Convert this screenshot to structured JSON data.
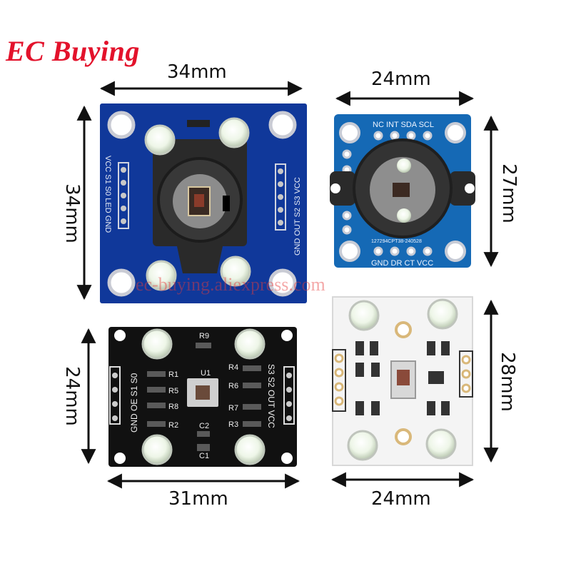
{
  "brand": {
    "text": "EC Buying",
    "color": "#e3122b"
  },
  "watermark": "ec-buying.aliexpress.com",
  "dimensions": {
    "a_width": "34mm",
    "a_height": "34mm",
    "b_width": "24mm",
    "b_height": "27mm",
    "c_width": "31mm",
    "c_height": "24mm",
    "d_width": "24mm",
    "d_height": "28mm"
  },
  "board_a": {
    "left_pins": "VCC S1 S0 LED GND",
    "right_pins": "GND OUT S2 S3 VCC",
    "color": "#10389a"
  },
  "board_b": {
    "top_pins": "NC INT SDA SCL",
    "bottom_pins": "GND DR CT VCC",
    "code": "127294CPT38-240528",
    "color": "#1569b5"
  },
  "board_c": {
    "left_pins": "GND OE S1 S0",
    "right_pins": "S3 S2 OUT VCC",
    "labels": {
      "r9": "R9",
      "r1": "R1",
      "r5": "R5",
      "r8": "R8",
      "r2": "R2",
      "r4": "R4",
      "r6": "R6",
      "r7": "R7",
      "r3": "R3",
      "u1": "U1",
      "c2": "C2",
      "c1": "C1"
    },
    "color": "#111111"
  },
  "board_d": {
    "color": "#f4f4f4"
  }
}
